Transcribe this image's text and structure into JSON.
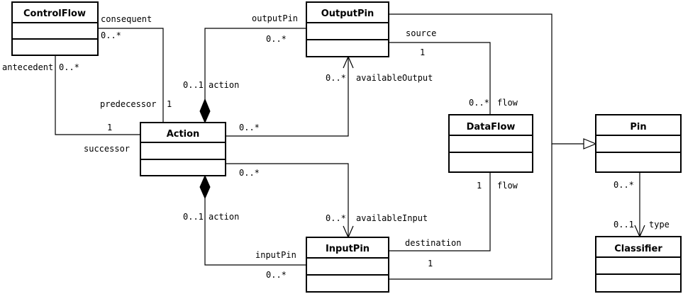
{
  "classes": {
    "controlflow": "ControlFlow",
    "outputpin": "OutputPin",
    "action": "Action",
    "dataflow": "DataFlow",
    "pin": "Pin",
    "inputpin": "InputPin",
    "classifier": "Classifier"
  },
  "labels": {
    "consequent": "consequent",
    "cf_consequent_mult": "0..*",
    "antecedent": "antecedent",
    "cf_antecedent_mult": "0..*",
    "predecessor": "predecessor",
    "predecessor_mult": "1",
    "successor": "successor",
    "successor_mult": "1",
    "outputPin_role": "outputPin",
    "outputPin_mult": "0..*",
    "action_out_mult": "0..1",
    "action_out_role": "action",
    "source": "source",
    "source_mult": "1",
    "availableOutput": "availableOutput",
    "availableOutput_mult": "0..*",
    "action_avail_out_mult": "0..*",
    "flow_top_mult": "0..*",
    "flow_top": "flow",
    "flow_bottom_mult": "1",
    "flow_bottom": "flow",
    "action_avail_in_mult": "0..*",
    "availableInput_mult": "0..*",
    "availableInput": "availableInput",
    "action_in_mult": "0..1",
    "action_in_role": "action",
    "destination": "destination",
    "destination_mult": "1",
    "inputPin_role": "inputPin",
    "inputPin_mult": "0..*",
    "pin_type_mult_top": "0..*",
    "type_mult": "0..1",
    "type": "type"
  }
}
